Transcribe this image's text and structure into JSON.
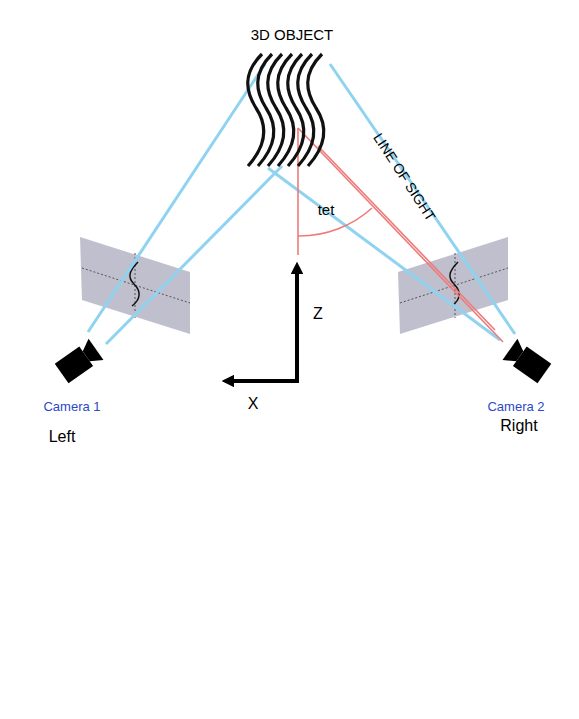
{
  "diagram": {
    "labels": [
      "3D OBJECT",
      "LINE OF SIGHT",
      "tet",
      "Z",
      "X",
      "Camera 1",
      "Left",
      "Camera 2",
      "Right"
    ]
  }
}
